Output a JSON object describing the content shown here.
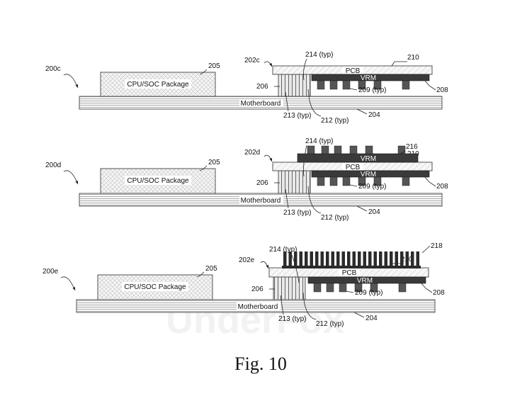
{
  "figure": {
    "caption": "Fig. 10",
    "watermark": "UnderFox",
    "colors": {
      "vrm": "#3a3a3a",
      "heatsink": "#2b2b2b",
      "line": "#222222"
    }
  },
  "panels": [
    {
      "id": "200c",
      "assembly": "202c",
      "labels": {
        "panel": "200c",
        "assembly": "202c",
        "package": "CPU/SOC Package",
        "package_ref": "205",
        "motherboard": "Motherboard",
        "motherboard_ref": "204",
        "pcb": "PCB",
        "pcb_ref": "210",
        "vrm": "VRM",
        "vrm_ref": "208",
        "via_ref": "214 (typ)",
        "interposer_ref": "206",
        "comp_ref": "209 (typ)",
        "ref_213": "213 (typ)",
        "ref_212": "212 (typ)"
      }
    },
    {
      "id": "200d",
      "assembly": "202d",
      "labels": {
        "panel": "200d",
        "assembly": "202d",
        "package": "CPU/SOC Package",
        "package_ref": "205",
        "motherboard": "Motherboard",
        "motherboard_ref": "204",
        "pcb": "PCB",
        "pcb_ref": "210",
        "vrm": "VRM",
        "vrm_ref": "208",
        "via_ref": "214 (typ)",
        "interposer_ref": "206",
        "comp_ref": "209 (typ)",
        "ref_213": "213 (typ)",
        "ref_212": "212 (typ)",
        "top_vrm": "VRM",
        "top_vrm_ref": "216"
      }
    },
    {
      "id": "200e",
      "assembly": "202e",
      "labels": {
        "panel": "200e",
        "assembly": "202e",
        "package": "CPU/SOC Package",
        "package_ref": "205",
        "motherboard": "Motherboard",
        "motherboard_ref": "204",
        "pcb": "PCB",
        "pcb_ref": "210",
        "vrm": "VRM",
        "vrm_ref": "208",
        "via_ref": "214 (typ)",
        "interposer_ref": "206",
        "comp_ref": "209 (typ)",
        "ref_213": "213 (typ)",
        "ref_212": "212 (typ)",
        "heatsink_ref": "218"
      }
    }
  ]
}
